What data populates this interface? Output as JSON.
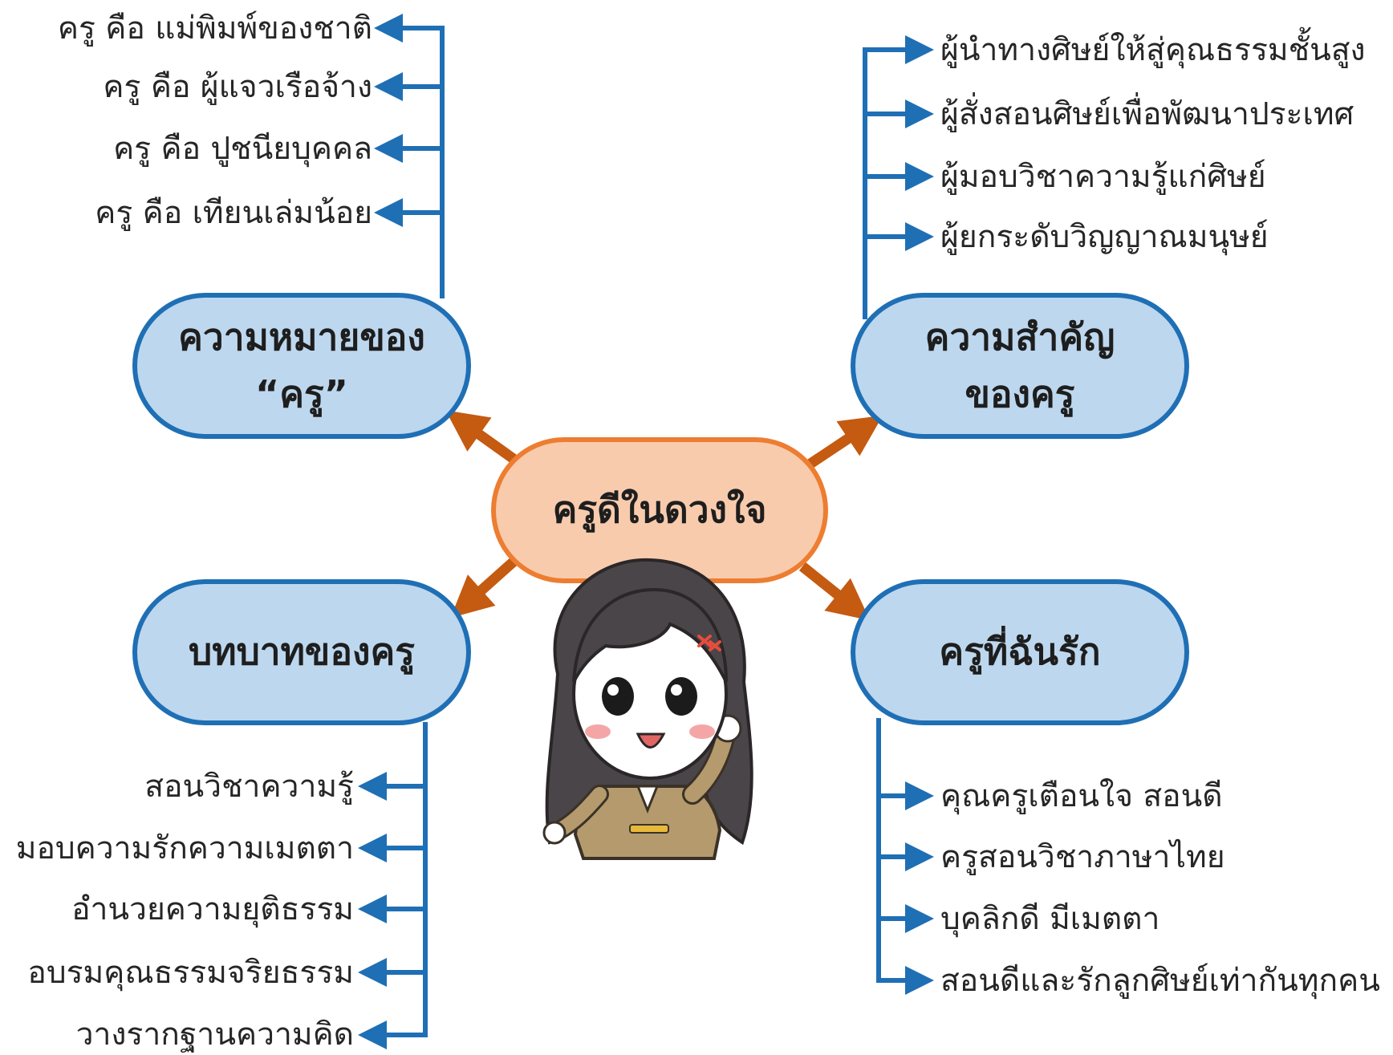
{
  "center": {
    "label": "ครูดีในดวงใจ"
  },
  "meaning": {
    "title_line1": "ความหมายของ",
    "title_line2": "“ครู”",
    "items": [
      "ครู คือ แม่พิมพ์ของชาติ",
      "ครู คือ ผู้แจวเรือจ้าง",
      "ครู คือ ปูชนียบุคคล",
      "ครู คือ เทียนเล่มน้อย"
    ]
  },
  "importance": {
    "title_line1": "ความสำคัญ",
    "title_line2": "ของครู",
    "items": [
      "ผู้นำทางศิษย์ให้สู่คุณธรรมชั้นสูง",
      "ผู้สั่งสอนศิษย์เพื่อพัฒนาประเทศ",
      "ผู้มอบวิชาความรู้แก่ศิษย์",
      "ผู้ยกระดับวิญญาณมนุษย์"
    ]
  },
  "roles": {
    "title": "บทบาทของครู",
    "items": [
      "สอนวิชาความรู้",
      "มอบความรักความเมตตา",
      "อำนวยความยุติธรรม",
      "อบรมคุณธรรมจริยธรรม",
      "วางรากฐานความคิด"
    ]
  },
  "beloved": {
    "title": "ครูที่ฉันรัก",
    "items": [
      "คุณครูเตือนใจ  สอนดี",
      "ครูสอนวิชาภาษาไทย",
      "บุคลิกดี มีเมตตา",
      "สอนดีและรักลูกศิษย์เท่ากันทุกคน"
    ]
  },
  "colors": {
    "blue_line": "#1f6fb5",
    "blue_fill": "#bdd7ee",
    "orange_line": "#ed7d31",
    "orange_fill": "#f8cbad",
    "orange_arrow": "#c55a11"
  }
}
